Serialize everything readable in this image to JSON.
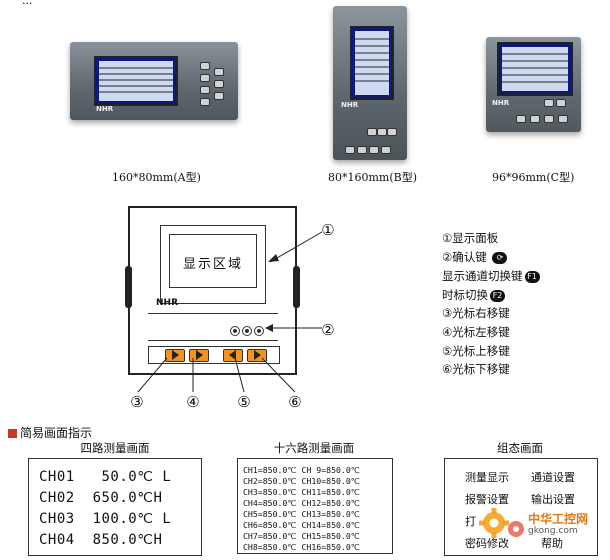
{
  "header_fragment": "...",
  "devices": [
    {
      "caption": "160*80mm(A型)"
    },
    {
      "caption": "80*160mm(B型)"
    },
    {
      "caption": "96*96mm(C型)"
    }
  ],
  "brand": "NHR",
  "diagram": {
    "display_area": "显示区域",
    "callouts": [
      "①",
      "②",
      "③",
      "④",
      "⑤",
      "⑥"
    ]
  },
  "legend": {
    "items": [
      "①显示面板",
      "②确认键",
      "显示通道切换键",
      "时标切换",
      "③光标右移键",
      "④光标左移键",
      "⑤光标上移键",
      "⑥光标下移键"
    ],
    "badges": {
      "f1": "F1",
      "f2": "F2"
    }
  },
  "section_title": "简易画面指示",
  "screens": {
    "four": {
      "title": "四路测量画面",
      "rows": [
        "CH01   50.0℃ L",
        "CH02  650.0℃H",
        "CH03  100.0℃ L",
        "CH04  850.0℃H"
      ]
    },
    "sixteen": {
      "title": "十六路测量画面",
      "rows": [
        "CH1=850.0℃ CH 9=850.0℃",
        "CH2=850.0℃ CH10=850.0℃",
        "CH3=850.0℃ CH11=850.0℃",
        "CH4=850.0℃ CH12=850.0℃",
        "CH5=850.0℃ CH13=850.0℃",
        "CH6=850.0℃ CH14=850.0℃",
        "CH7=850.0℃ CH15=850.0℃",
        "CH8=850.0℃ CH16=850.0℃"
      ]
    },
    "config": {
      "title": "组态画面",
      "menu": [
        "测量显示",
        "通道设置",
        "报警设置",
        "输出设置",
        "打",
        "",
        "密码修改",
        "帮助"
      ]
    }
  },
  "watermark": {
    "line1": "中华工控网",
    "line2": "gkong.com"
  },
  "colors": {
    "accent": "#c0392b",
    "key": "#f6921e",
    "screen": "#0b1a7a"
  }
}
